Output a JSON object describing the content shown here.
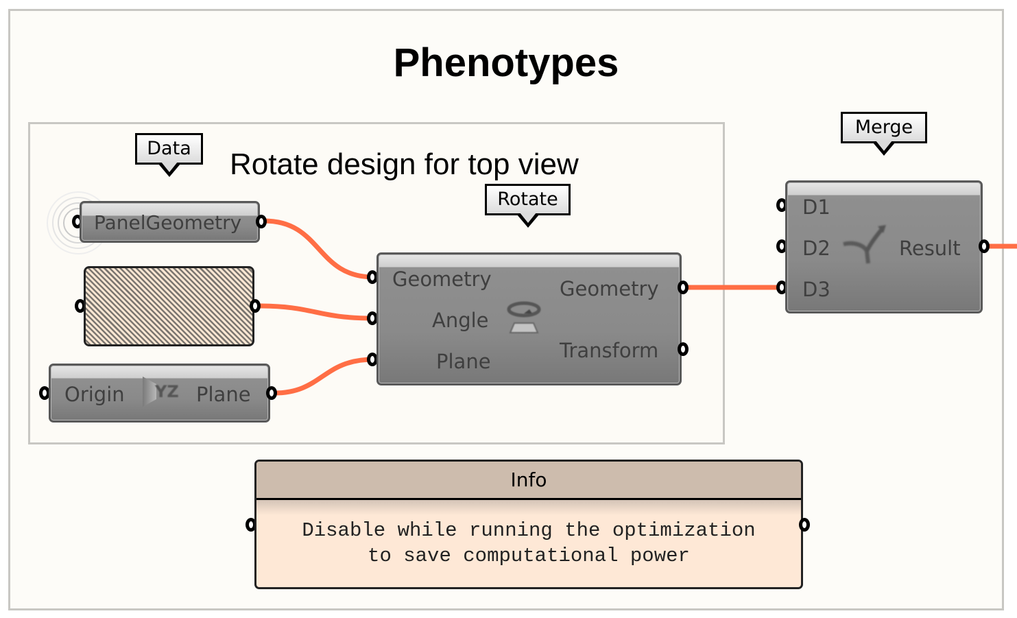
{
  "outer_group": {
    "title": "Phenotypes"
  },
  "inner_group": {
    "title": "Rotate design for top view"
  },
  "callouts": {
    "data": "Data",
    "rotate": "Rotate",
    "merge": "Merge"
  },
  "components": {
    "panel_geometry": {
      "label": "PanelGeometry",
      "state": "receiving-data"
    },
    "hatched_param": {
      "label": "",
      "state": "empty"
    },
    "yz_plane": {
      "input": "Origin",
      "icon": "yz-plane-icon",
      "icon_text": "YZ",
      "output": "Plane"
    },
    "rotate": {
      "inputs": [
        "Geometry",
        "Angle",
        "Plane"
      ],
      "outputs": [
        "Geometry",
        "Transform"
      ],
      "icon": "rotate-icon"
    },
    "merge": {
      "inputs": [
        "D1",
        "D2",
        "D3"
      ],
      "outputs": [
        "Result"
      ],
      "icon": "merge-icon"
    }
  },
  "info_panel": {
    "title": "Info",
    "line1": "Disable while running the optimization",
    "line2": "to save computational power"
  },
  "wire_color": "#ff6e45",
  "wires": [
    {
      "from": "PanelGeometry",
      "to": "Rotate.Geometry"
    },
    {
      "from": "hatched_param",
      "to": "Rotate.Angle"
    },
    {
      "from": "YZ.Plane",
      "to": "Rotate.Plane"
    },
    {
      "from": "Rotate.Geometry",
      "to": "Merge.D3"
    },
    {
      "from": "Merge.Result",
      "to": "offscreen"
    }
  ]
}
